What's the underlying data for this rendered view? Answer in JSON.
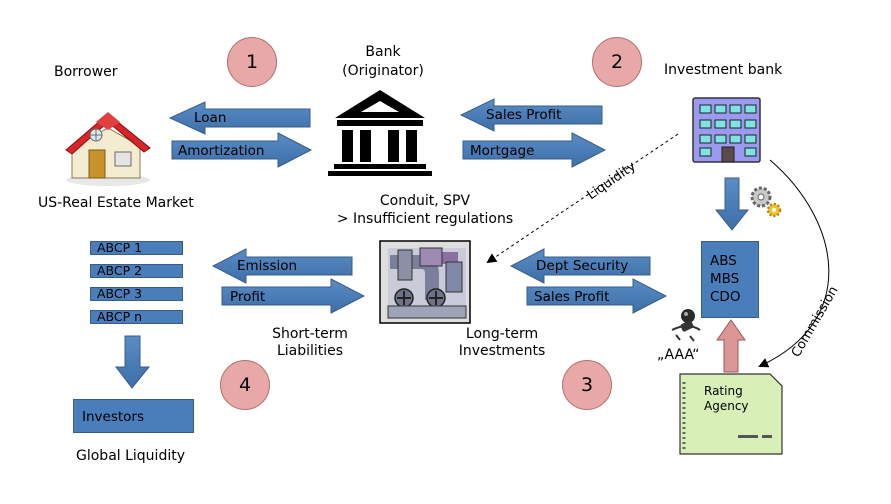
{
  "labels": {
    "borrower": "Borrower",
    "bank": "Bank",
    "originator": "(Originator)",
    "investment_bank": "Investment bank",
    "us_real_estate": "US-Real Estate Market",
    "conduit": "Conduit, SPV",
    "regulations": "> Insufficient regulations",
    "short_term_1": "Short-term",
    "short_term_2": "Liabilities",
    "long_term_1": "Long-term",
    "long_term_2": "Investments",
    "global_liquidity": "Global Liquidity",
    "aaa": "„AAA“",
    "liquidity": "Liquidity",
    "commission": "Commission"
  },
  "arrows": {
    "loan": "Loan",
    "amortization": "Amortization",
    "sales_profit_top": "Sales Profit",
    "mortgage": "Mortgage",
    "emission": "Emission",
    "profit": "Profit",
    "dept_security": "Dept Security",
    "sales_profit_mid": "Sales Profit"
  },
  "steps": [
    "1",
    "2",
    "3",
    "4"
  ],
  "abcp": [
    "ABCP 1",
    "ABCP 2",
    "ABCP 3",
    "ABCP n"
  ],
  "investors": "Investors",
  "securities": [
    "ABS",
    "MBS",
    "CDO"
  ],
  "rating_agency": [
    "Rating",
    "Agency"
  ],
  "icons": [
    "house-icon",
    "bank-building-icon",
    "office-building-icon",
    "gears-icon",
    "pipes-conduit-icon",
    "rating-stamp-icon",
    "document-icon"
  ],
  "colors": {
    "arrow_blue": "#4a7ebb",
    "step_circle": "#e9a8a8",
    "rating_up_arrow": "#d99694",
    "document_green": "#d8f0b8"
  }
}
